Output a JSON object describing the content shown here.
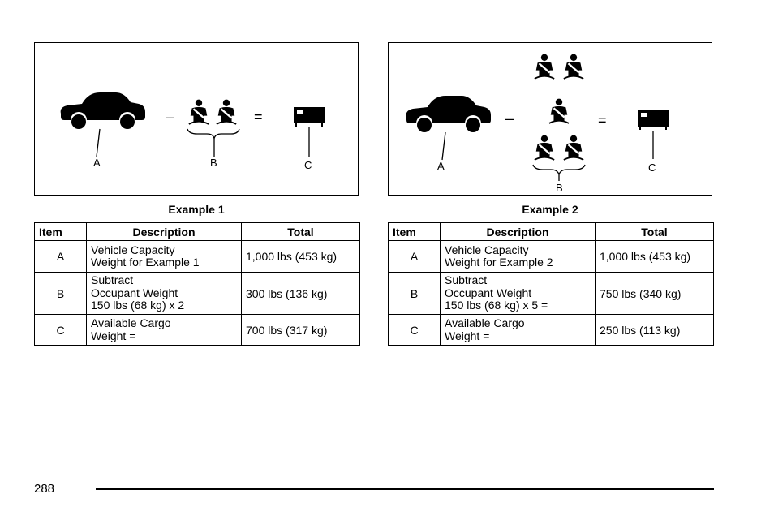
{
  "examples": [
    {
      "caption": "Example 1",
      "figure_labels": {
        "a": "A",
        "b": "B",
        "c": "C"
      },
      "operators": {
        "minus": "–",
        "equals": "="
      },
      "occupant_icons": 2,
      "table": {
        "headers": {
          "item": "Item",
          "description": "Description",
          "total": "Total"
        },
        "rows": [
          {
            "item": "A",
            "description": "Vehicle Capacity\nWeight for Example 1",
            "total": "1,000 lbs (453 kg)"
          },
          {
            "item": "B",
            "description": "Subtract\nOccupant Weight\n150 lbs (68 kg) x 2",
            "total": "300 lbs (136 kg)"
          },
          {
            "item": "C",
            "description": "Available Cargo\nWeight =",
            "total": "700 lbs (317 kg)"
          }
        ]
      }
    },
    {
      "caption": "Example 2",
      "figure_labels": {
        "a": "A",
        "b": "B",
        "c": "C"
      },
      "operators": {
        "minus": "–",
        "equals": "="
      },
      "occupant_icons": 5,
      "table": {
        "headers": {
          "item": "Item",
          "description": "Description",
          "total": "Total"
        },
        "rows": [
          {
            "item": "A",
            "description": "Vehicle Capacity\nWeight for Example 2",
            "total": "1,000 lbs (453 kg)"
          },
          {
            "item": "B",
            "description": "Subtract\nOccupant Weight\n150 lbs (68 kg) x 5 =",
            "total": "750 lbs (340 kg)"
          },
          {
            "item": "C",
            "description": "Available Cargo\nWeight =",
            "total": "250 lbs (113 kg)"
          }
        ]
      }
    }
  ],
  "footer": {
    "page_number": "288"
  }
}
